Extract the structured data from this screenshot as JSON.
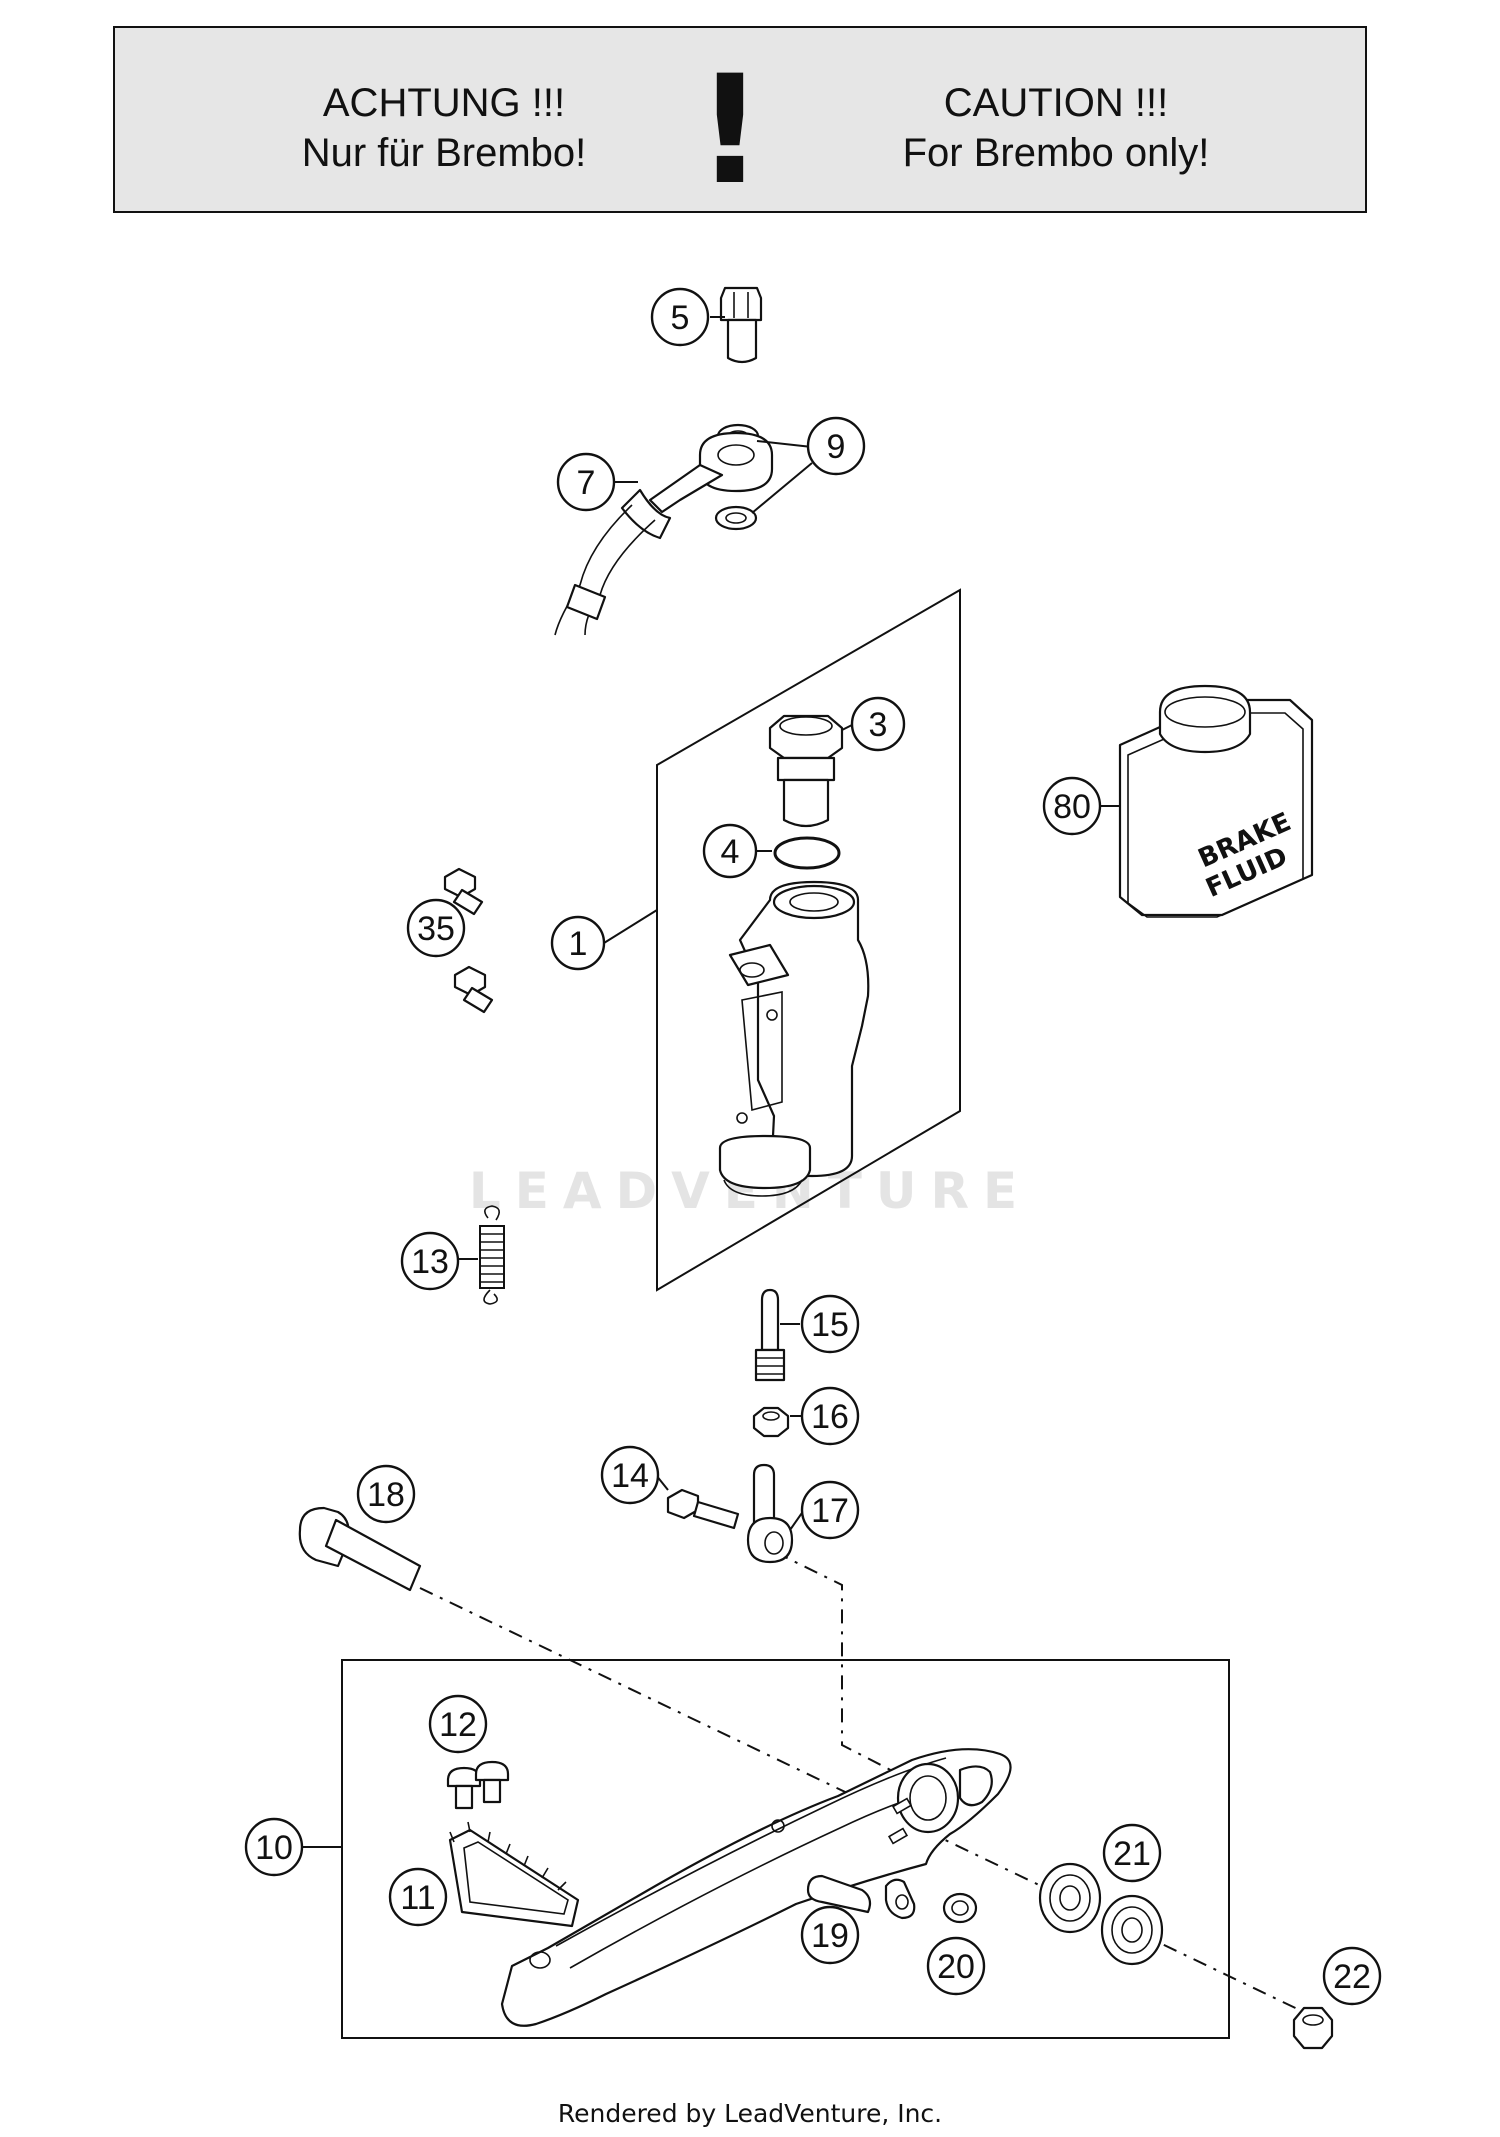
{
  "banner": {
    "de_line1": "ACHTUNG !!!",
    "de_line2": "Nur für Brembo!",
    "en_line1": "CAUTION !!!",
    "en_line2": "For Brembo only!",
    "symbol": "!"
  },
  "brake_fluid_label": [
    "BRAKE",
    "FLUID"
  ],
  "callouts": [
    "1",
    "3",
    "4",
    "5",
    "7",
    "9",
    "10",
    "11",
    "12",
    "13",
    "14",
    "15",
    "16",
    "17",
    "18",
    "19",
    "20",
    "21",
    "22",
    "35",
    "80"
  ],
  "watermark": "LEADVENTURE",
  "footer": "Rendered by LeadVenture, Inc."
}
